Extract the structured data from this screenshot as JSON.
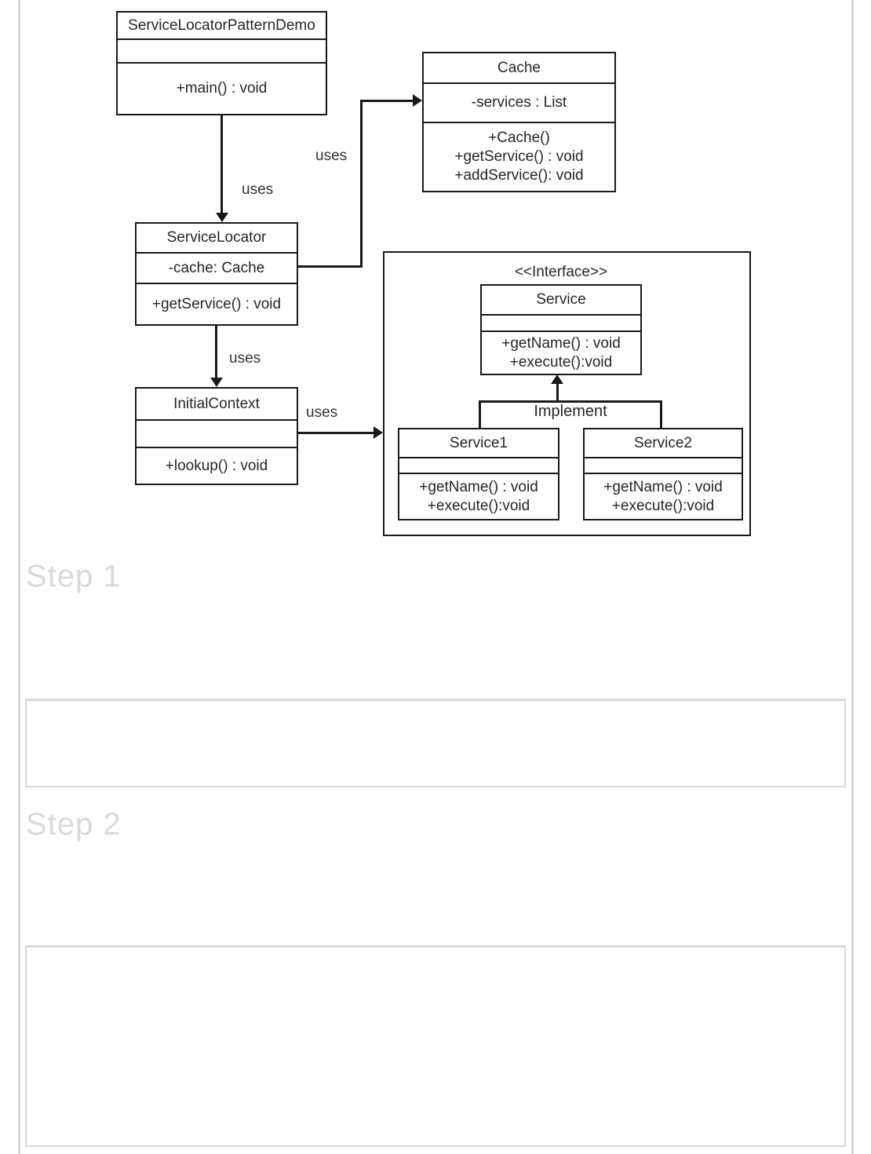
{
  "diagram": {
    "classes": {
      "demo": {
        "name": "ServiceLocatorPatternDemo",
        "attributes": [],
        "methods": [
          "+main() : void"
        ]
      },
      "cache": {
        "name": "Cache",
        "attributes": [
          "-services : List"
        ],
        "methods": [
          "+Cache()",
          "+getService() : void",
          "+addService(): void"
        ]
      },
      "service_locator": {
        "name": "ServiceLocator",
        "attributes": [
          "-cache: Cache"
        ],
        "methods": [
          "+getService() : void"
        ]
      },
      "initial_context": {
        "name": "InitialContext",
        "attributes": [],
        "methods": [
          "+lookup() : void"
        ]
      },
      "service_interface": {
        "stereotype": "<<Interface>>",
        "name": "Service",
        "attributes": [],
        "methods": [
          "+getName() : void",
          "+execute():void"
        ]
      },
      "service1": {
        "name": "Service1",
        "attributes": [],
        "methods": [
          "+getName() : void",
          "+execute():void"
        ]
      },
      "service2": {
        "name": "Service2",
        "attributes": [],
        "methods": [
          "+getName() : void",
          "+execute():void"
        ]
      }
    },
    "edge_labels": {
      "uses": "uses",
      "implement": "Implement"
    },
    "colors": {
      "box_border": "#1a1a1a",
      "line": "#1a1a1a",
      "text": "#262626"
    }
  },
  "sections": {
    "step1_label": "Step 1",
    "step2_label": "Step 2",
    "muted_text_color": "#dadada",
    "placeholder_border_color": "#d9d9d9"
  }
}
